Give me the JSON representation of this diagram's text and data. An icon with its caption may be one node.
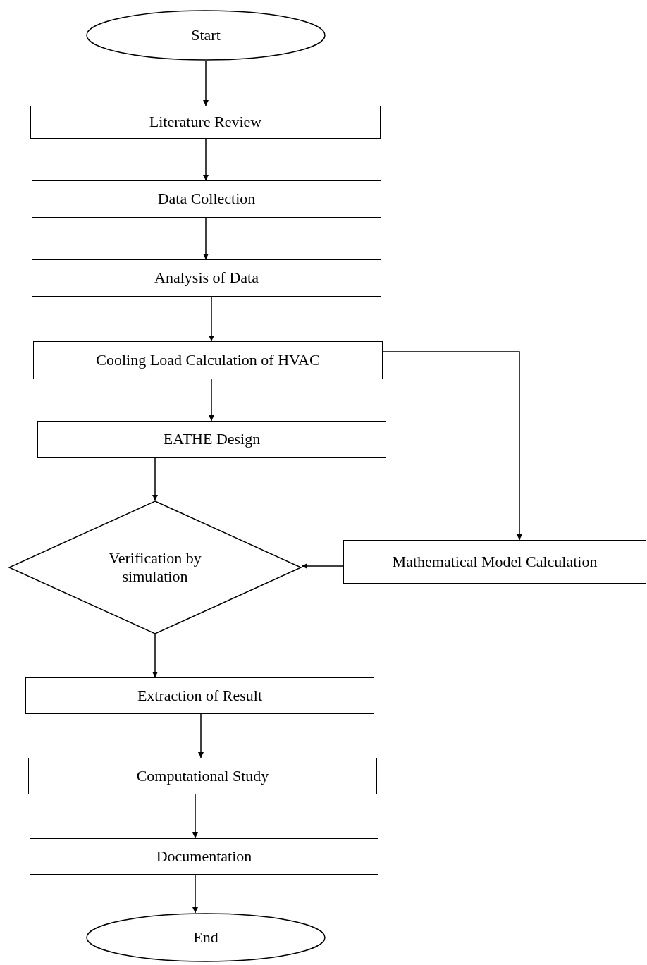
{
  "diagram": {
    "nodes": [
      {
        "text": [
          "Start"
        ]
      },
      {
        "text": [
          "Literature Review"
        ]
      },
      {
        "text": [
          "Data Collection"
        ]
      },
      {
        "text": [
          "Analysis of Data"
        ]
      },
      {
        "text": [
          "Cooling Load Calculation of HVAC"
        ]
      },
      {
        "text": [
          "EATHE Design"
        ]
      },
      {
        "text": [
          "Verification by simulation"
        ]
      },
      {
        "text": [
          "Mathematical Model Calculation"
        ]
      },
      {
        "text": [
          "Extraction of Result"
        ]
      },
      {
        "text": [
          "Computational Study"
        ]
      },
      {
        "text": [
          "Documentation"
        ]
      },
      {
        "text": [
          "End"
        ]
      }
    ],
    "edges": [
      {
        "from": 0,
        "to": 1,
        "arrow": "to"
      },
      {
        "from": 1,
        "to": 2,
        "arrow": "to"
      },
      {
        "from": 2,
        "to": 3,
        "arrow": "to"
      },
      {
        "from": 3,
        "to": 4,
        "arrow": "to"
      },
      {
        "from": 4,
        "to": 5,
        "arrow": "to"
      },
      {
        "from": 5,
        "to": 6,
        "arrow": "to"
      },
      {
        "from": 4,
        "to": 7,
        "arrow": "to"
      },
      {
        "from": 7,
        "to": 6,
        "arrow": "to"
      },
      {
        "from": 6,
        "to": 8,
        "arrow": "to"
      },
      {
        "from": 8,
        "to": 9,
        "arrow": "to"
      },
      {
        "from": 9,
        "to": 10,
        "arrow": "to"
      },
      {
        "from": 10,
        "to": 11,
        "arrow": "to"
      }
    ]
  }
}
